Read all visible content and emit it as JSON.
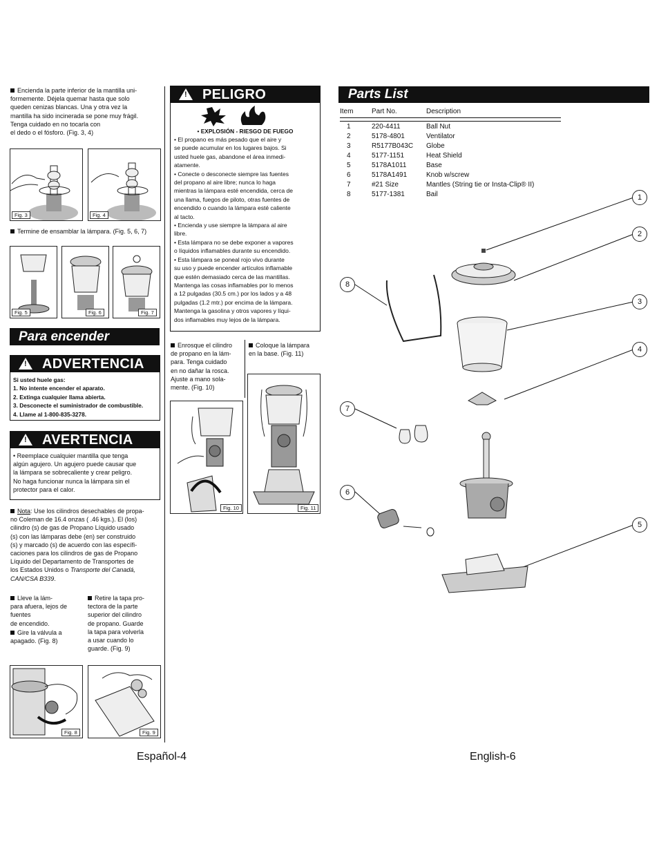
{
  "left": {
    "step1_text": "Encienda la parte inferior de la mantilla uni-\nformemente.  Déjela  quemar hasta que solo\nqueden cenizas blancas.  Una y otra vez la\nmantilla ha sido incinerada se pone muy frágil.\nTenga cuidado en no tocarla con\nel dedo o el fósforo. (Fig. 3, 4)",
    "fig3": "Fig. 3",
    "fig4": "Fig. 4",
    "step2_text": "Termine de ensamblar la lámpara. (Fig. 5, 6, 7)",
    "fig5": "Fig. 5",
    "fig6": "Fig. 6",
    "fig7": "Fig. 7",
    "banner": "Para encender",
    "advertencia": {
      "title": "ADVERTENCIA",
      "lines": [
        "Si usted huele gas:",
        "1. No intente encender el aparato.",
        "2. Extinga cualquier llama abierta.",
        "3. Desconecte el suministrador de combustible.",
        "4. Llame al 1-800-835-3278."
      ]
    },
    "avertencia": {
      "title": "AVERTENCIA",
      "text": "• Reemplace cualquier mantilla que tenga\n   algún agujero. Un agujero puede causar que\n   la lámpara se sobrecaliente y crear peligro.\n   No haga funcionar nunca la lámpara sin el\n   protector para el calor."
    },
    "nota_label": "Nota",
    "nota_text": ": Use los cilindros desechables de propa-\nno Coleman de 16.4 onzas ( .46 kgs.). El (los)\ncilindro (s) de gas de Propano Líquido usado\n(s) con las lámparas debe (en) ser construido\n(s) y marcado (s) de acuerdo con las específi-\ncaciones para los cilindros de gas de Propano\nLíquido del Departamento de Transportes de\nlos Estados Unidos o ",
    "nota_italic": "Transporte del Canadá,\nCAN/CSA B339",
    "nota_end": ".",
    "step3a": "Lleve la lám-\npara afuera, lejos de\nfuentes\nde encendido.",
    "step3b": "Gire la válvula a\napagado. (Fig. 8)",
    "step4": "Retire la tapa pro-\ntectora de la parte\nsuperior del cilindro\nde propano. Guarde\nla tapa para volverla\na usar cuando lo\nguarde. (Fig. 9)",
    "fig8": "Fig. 8",
    "fig9": "Fig. 9",
    "page": "Español-4"
  },
  "middle": {
    "peligro": {
      "title": "PELIGRO",
      "subtitle": "• EXPLOSIÓN - RIESGO DE FUEGO",
      "text": "• El propano es más pesado que el aire y\nse puede acumular en los lugares bajos. Si\nusted huele gas, abandone el área inmedi-\natamente.\n• Conecte o desconecte siempre las fuentes\ndel propano al aire libre; nunca lo haga\nmientras la lámpara esté encendida, cerca de\nuna llama, fuegos de piloto, otras fuentes de\nencendido o cuando la lámpara esté caliente\nal tacto.\n• Encienda y use siempre la lámpara al aire\nlibre.\n• Esta lámpara no se debe exponer a vapores\no líquidos inflamables durante su encendido.\n• Esta lámpara se poneal rojo vivo durante\nsu uso y puede encender artículos inflamable\nque estén demasiado cerca de las mantillas.\nMantenga las cosas inflamables por lo menos\na 12 pulgadas (30.5 cm.) por los lados y a 48\npulgadas (1.2 mtr.) por encima de la lámpara.\nMantenga la gasolina y otros vapores y líqui-\ndos inflamables muy lejos de la lámpara."
    },
    "step5": "Enrosque el cilindro\nde propano en la lám-\npara. Tenga cuidado\nen no dañar la rosca.\nAjuste a mano sola-\nmente. (Fig. 10)",
    "step6": "Coloque la lámpara\nen la base. (Fig. 11)",
    "fig10": "Fig. 10",
    "fig11": "Fig. 11"
  },
  "right": {
    "banner": "Parts List",
    "headers": [
      "Item",
      "Part No.",
      "Description"
    ],
    "rows": [
      [
        "1",
        "220-4411",
        "Ball Nut"
      ],
      [
        "2",
        "5178-4801",
        "Ventilator"
      ],
      [
        "3",
        "R5177B043C",
        "Globe"
      ],
      [
        "4",
        "5177-1151",
        "Heat Shield"
      ],
      [
        "5",
        "5178A1011",
        "Base"
      ],
      [
        "6",
        "5178A1491",
        "Knob w/screw"
      ],
      [
        "7",
        "#21 Size",
        "Mantles (String tie or Insta-Clip® II)"
      ],
      [
        "8",
        "5177-1381",
        "Bail"
      ]
    ],
    "callouts": [
      "1",
      "2",
      "3",
      "4",
      "5",
      "6",
      "7",
      "8"
    ],
    "page": "English-6"
  }
}
